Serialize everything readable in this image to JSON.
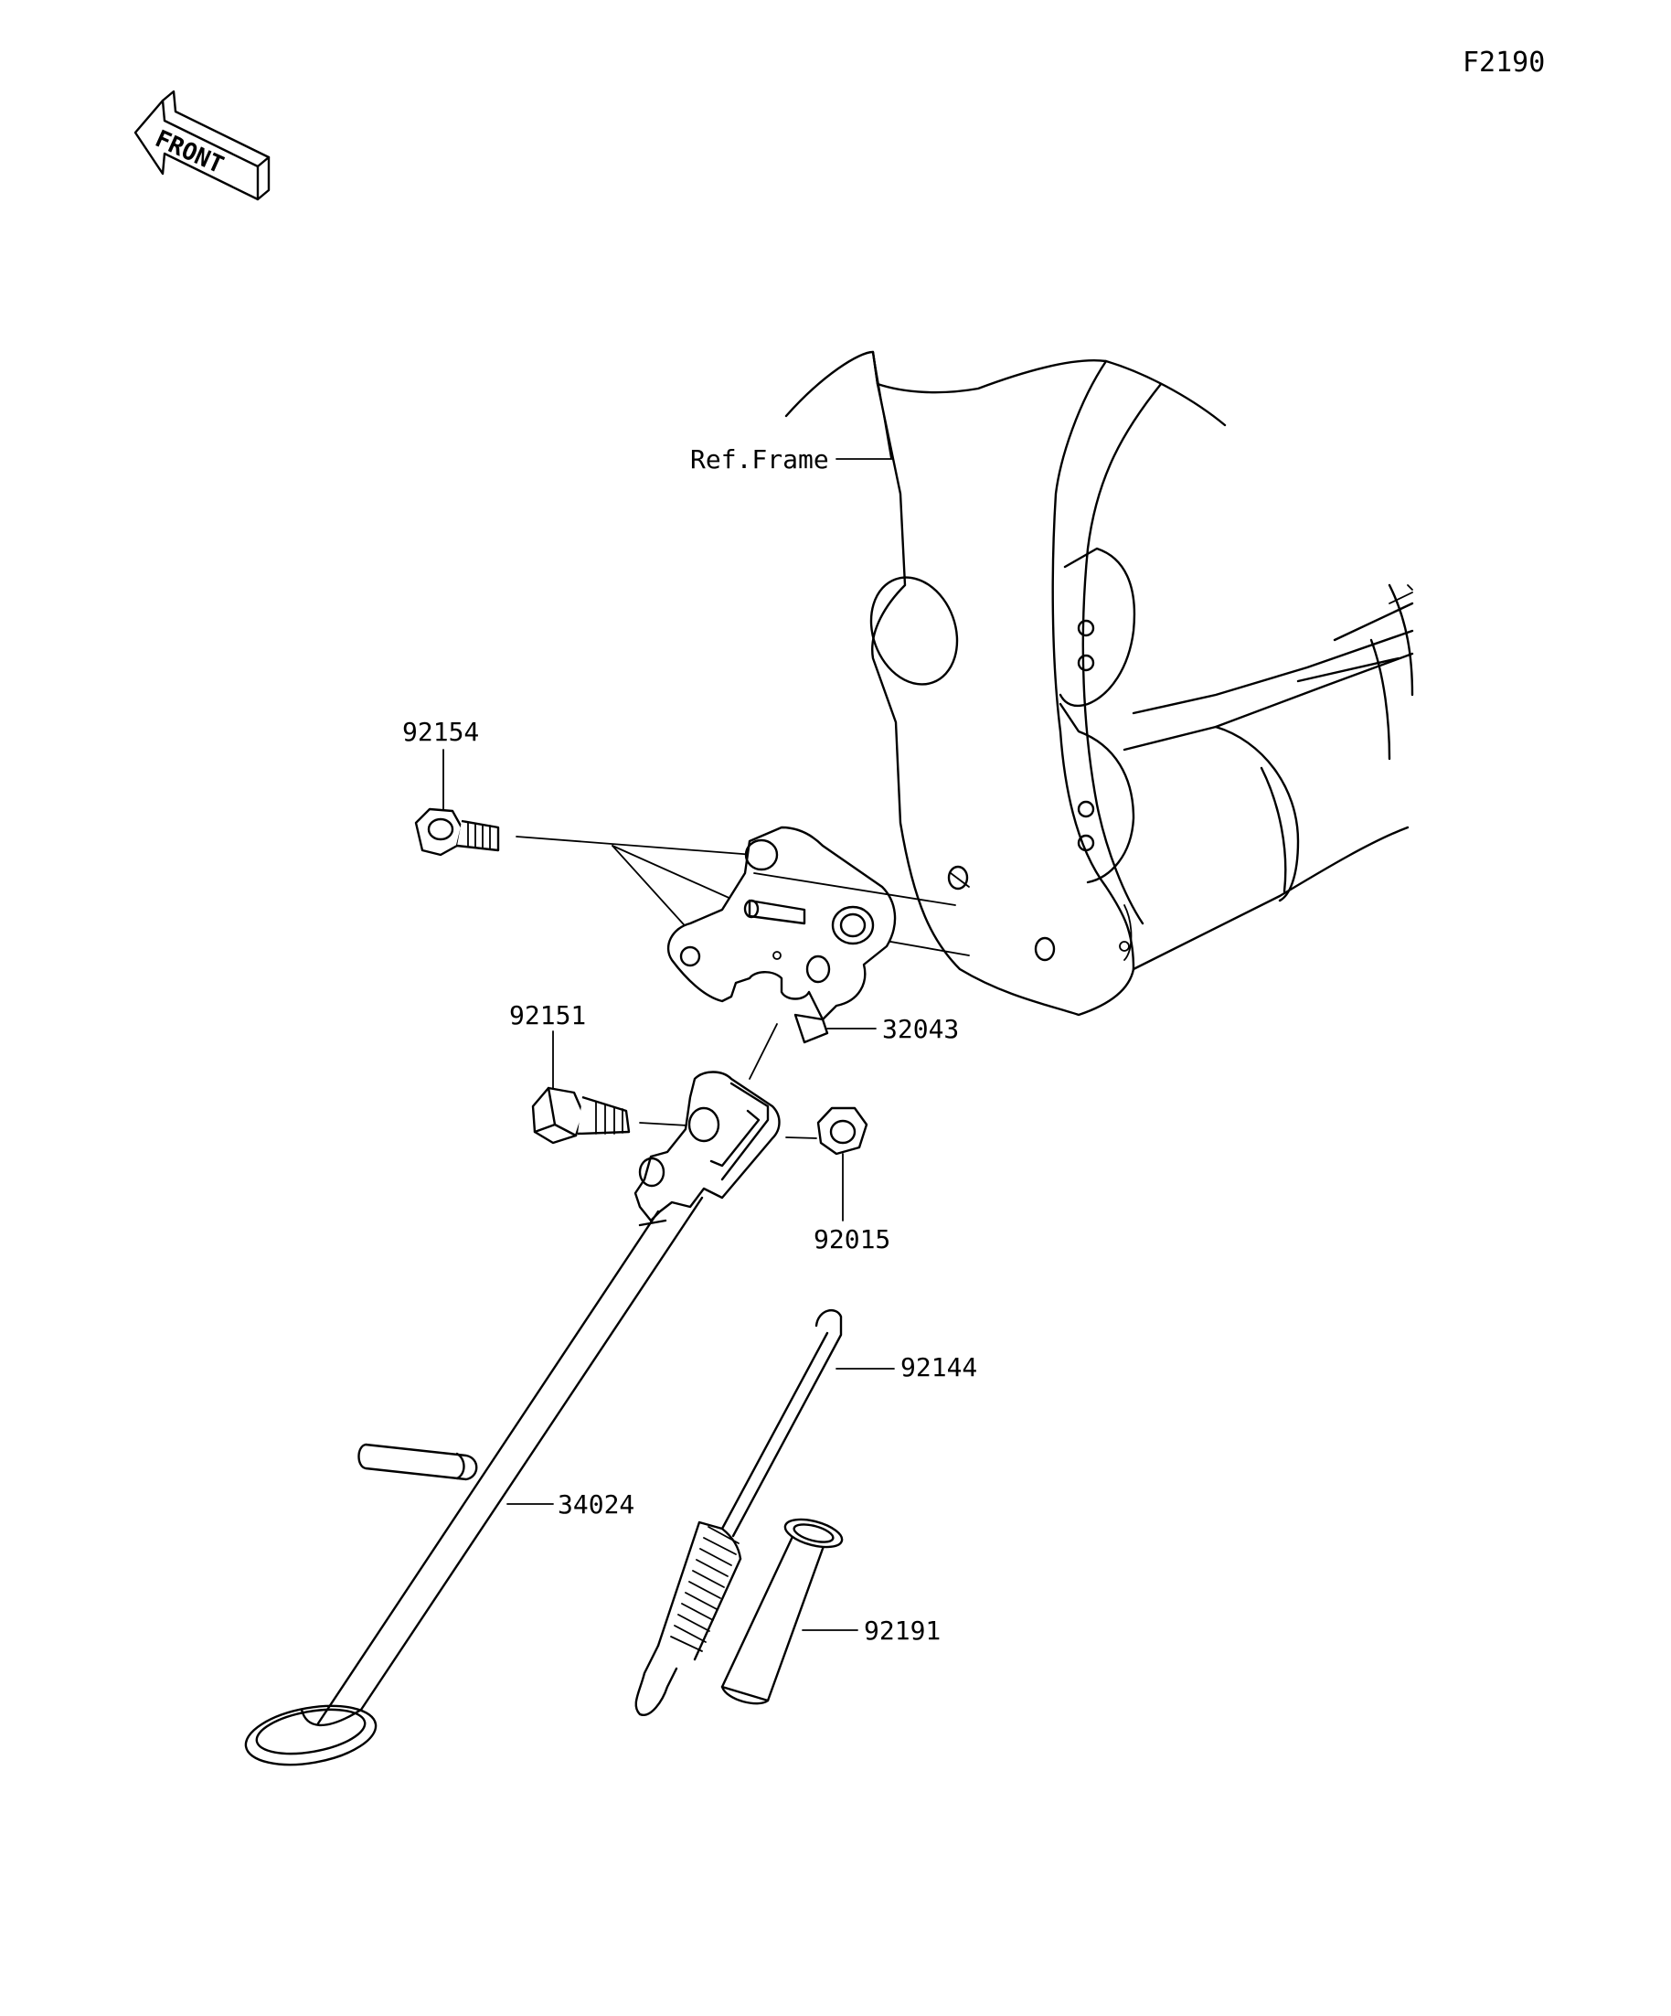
{
  "diagram_code": "F2190",
  "front_label": "FRONT",
  "ref_frame_label": "Ref.Frame",
  "parts": [
    {
      "id": "part-92154",
      "number": "92154"
    },
    {
      "id": "part-92151",
      "number": "92151"
    },
    {
      "id": "part-32043",
      "number": "32043"
    },
    {
      "id": "part-92015",
      "number": "92015"
    },
    {
      "id": "part-92144",
      "number": "92144"
    },
    {
      "id": "part-34024",
      "number": "34024"
    },
    {
      "id": "part-92191",
      "number": "92191"
    }
  ]
}
